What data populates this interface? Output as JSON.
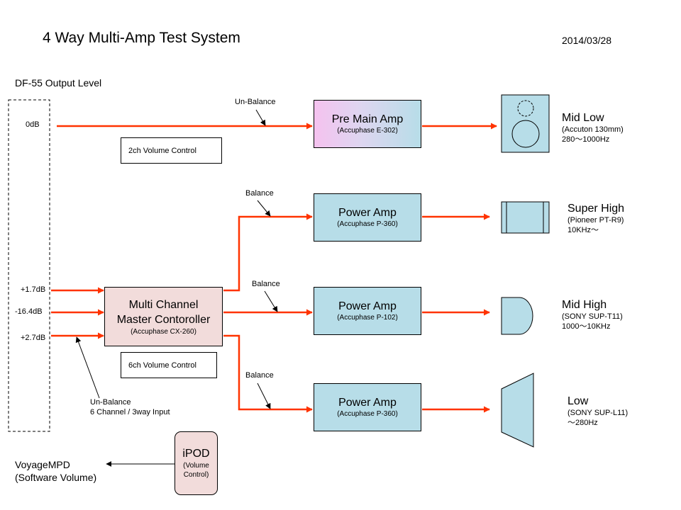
{
  "header": {
    "title": "4 Way Multi-Amp Test System",
    "date": "2014/03/28"
  },
  "source": {
    "label": "DF-55 Output Level",
    "levels": [
      "0dB",
      "+1.7dB",
      "-16.4dB",
      "+2.7dB"
    ]
  },
  "wire_labels": {
    "unbalance_top": "Un-Balance",
    "balance_1": "Balance",
    "balance_2": "Balance",
    "balance_3": "Balance",
    "unbalance_input_line1": "Un-Balance",
    "unbalance_input_line2": "6 Channel / 3way Input"
  },
  "controls": {
    "two_ch": "2ch Volume Control",
    "six_ch": "6ch Volume Control"
  },
  "amps": {
    "pre_main": {
      "name": "Pre Main Amp",
      "model": "(Accuphase E-302)"
    },
    "power_1": {
      "name": "Power Amp",
      "model": "(Accuphase P-360)"
    },
    "power_2": {
      "name": "Power Amp",
      "model": "(Accuphase P-102)"
    },
    "power_3": {
      "name": "Power Amp",
      "model": "(Accuphase P-360)"
    }
  },
  "controller": {
    "line1": "Multi Channel",
    "line2": "Master Contoroller",
    "model": "(Accuphase CX-260)"
  },
  "ipod": {
    "name": "iPOD",
    "line1": "(Volume",
    "line2": "Control)"
  },
  "voyage": {
    "line1": "VoyageMPD",
    "line2": "(Software Volume)"
  },
  "speakers": {
    "mid_low": {
      "name": "Mid Low",
      "model": "(Accuton 130mm)",
      "range": "280〜1000Hz"
    },
    "super_high": {
      "name": "Super High",
      "model": "(Pioneer PT-R9)",
      "range": "10KHz〜"
    },
    "mid_high": {
      "name": "Mid High",
      "model": "(SONY SUP-T11)",
      "range": "1000〜10KHz"
    },
    "low": {
      "name": "Low",
      "model": "(SONY SUP-L11)",
      "range": "〜280Hz"
    }
  },
  "colors": {
    "signal_wire": "#ff3300",
    "speaker_fill": "#b7dde8",
    "amp_fill": "#b7dde8",
    "controller_fill": "#f2dcdb"
  }
}
